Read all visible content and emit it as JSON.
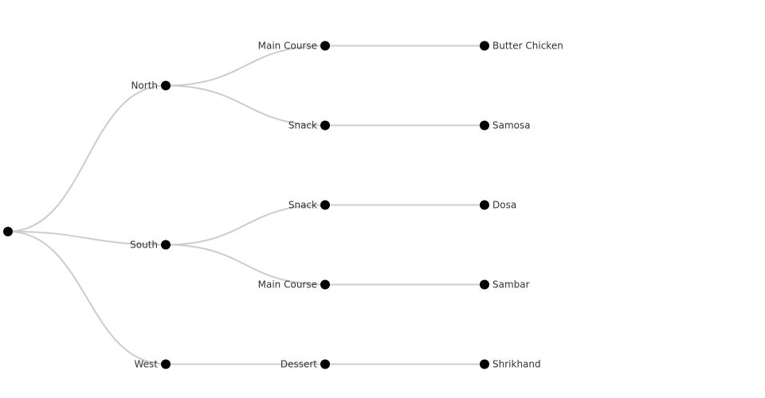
{
  "tree": {
    "label": "",
    "children": [
      {
        "label": "North",
        "children": [
          {
            "label": "Main Course",
            "children": [
              {
                "label": "Butter Chicken"
              }
            ]
          },
          {
            "label": "Snack",
            "children": [
              {
                "label": "Samosa"
              }
            ]
          }
        ]
      },
      {
        "label": "South",
        "children": [
          {
            "label": "Snack",
            "children": [
              {
                "label": "Dosa"
              }
            ]
          },
          {
            "label": "Main Course",
            "children": [
              {
                "label": "Sambar"
              }
            ]
          }
        ]
      },
      {
        "label": "West",
        "children": [
          {
            "label": "Dessert",
            "children": [
              {
                "label": "Shrikhand"
              }
            ]
          }
        ]
      }
    ]
  },
  "colors": {
    "link": "#cccccc",
    "node": "#000000",
    "text": "#333333"
  }
}
